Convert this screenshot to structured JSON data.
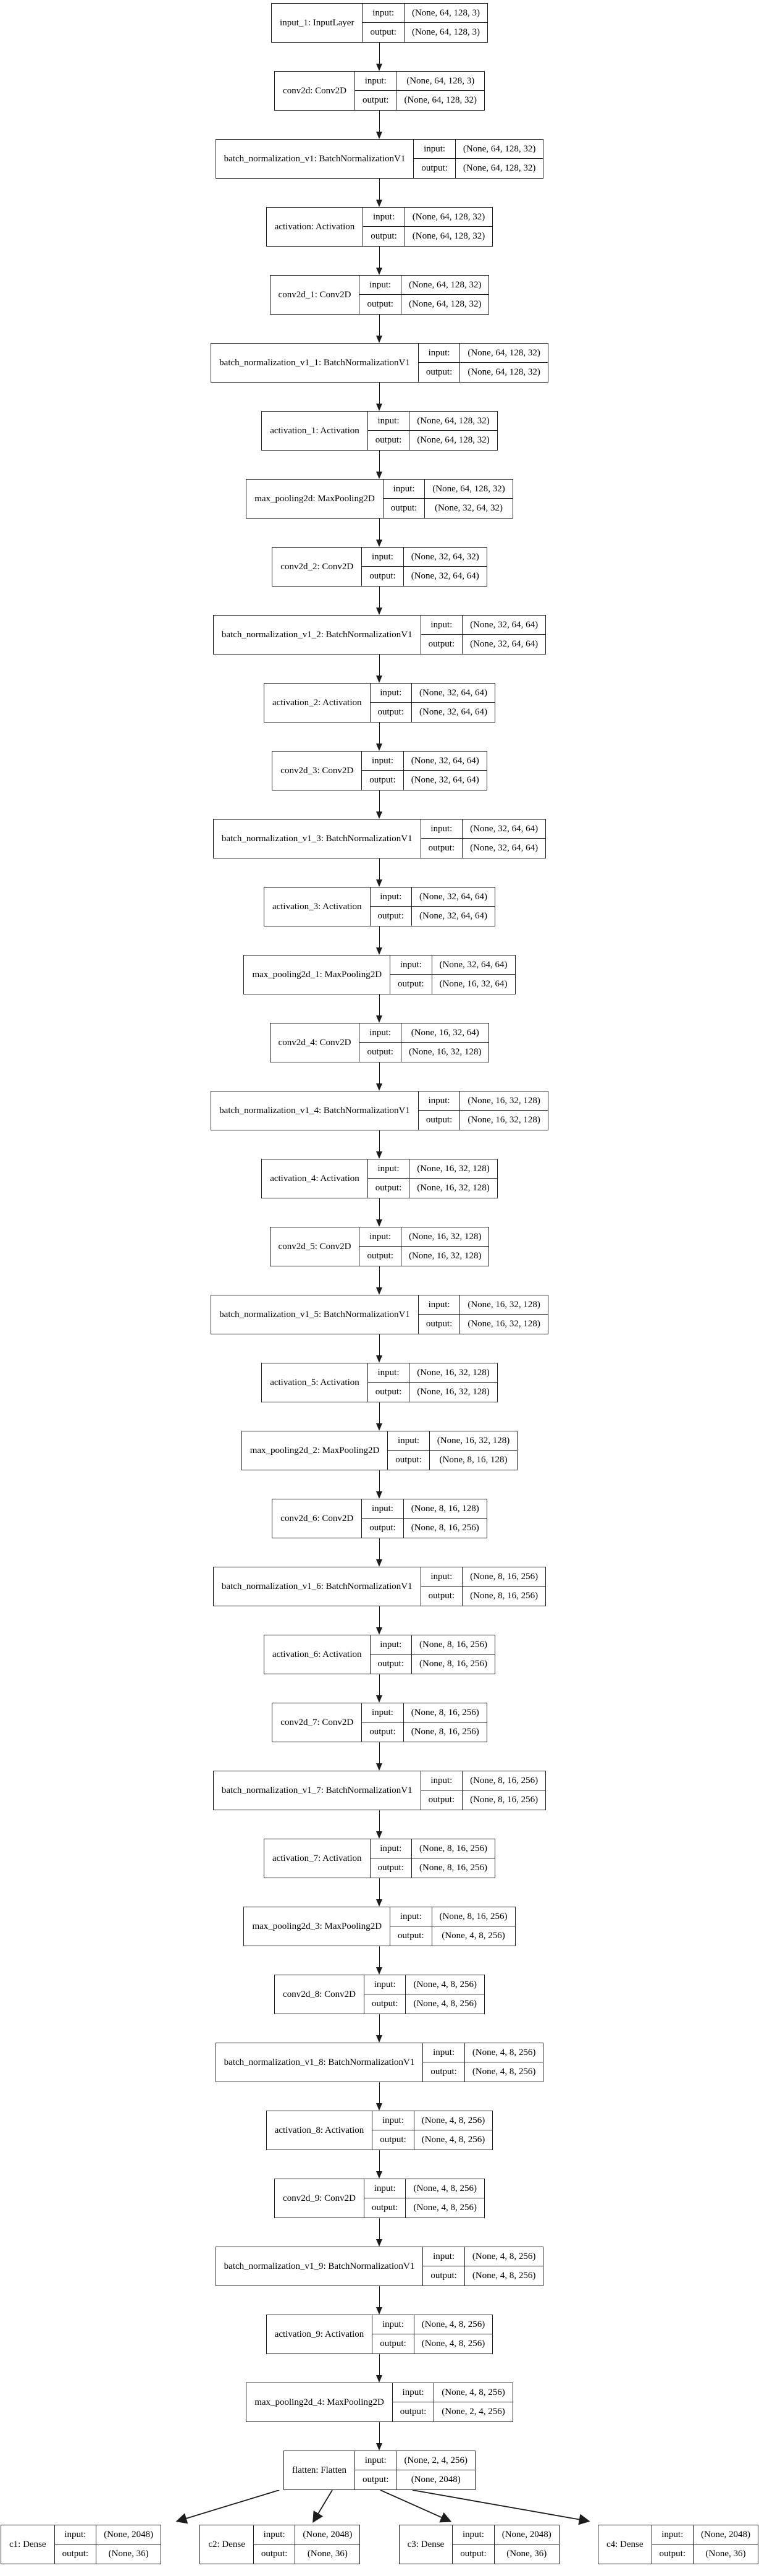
{
  "diagram": {
    "kind": "keras-model-plot",
    "io_labels": {
      "input": "input:",
      "output": "output:"
    },
    "colors": {
      "border": "#1c1c1c",
      "background": "#ffffff",
      "text": "#000000"
    },
    "main_chain": [
      {
        "label": "input_1: InputLayer",
        "input": "(None, 64, 128, 3)",
        "output": "(None, 64, 128, 3)"
      },
      {
        "label": "conv2d: Conv2D",
        "input": "(None, 64, 128, 3)",
        "output": "(None, 64, 128, 32)"
      },
      {
        "label": "batch_normalization_v1: BatchNormalizationV1",
        "input": "(None, 64, 128, 32)",
        "output": "(None, 64, 128, 32)"
      },
      {
        "label": "activation: Activation",
        "input": "(None, 64, 128, 32)",
        "output": "(None, 64, 128, 32)"
      },
      {
        "label": "conv2d_1: Conv2D",
        "input": "(None, 64, 128, 32)",
        "output": "(None, 64, 128, 32)"
      },
      {
        "label": "batch_normalization_v1_1: BatchNormalizationV1",
        "input": "(None, 64, 128, 32)",
        "output": "(None, 64, 128, 32)"
      },
      {
        "label": "activation_1: Activation",
        "input": "(None, 64, 128, 32)",
        "output": "(None, 64, 128, 32)"
      },
      {
        "label": "max_pooling2d: MaxPooling2D",
        "input": "(None, 64, 128, 32)",
        "output": "(None, 32, 64, 32)"
      },
      {
        "label": "conv2d_2: Conv2D",
        "input": "(None, 32, 64, 32)",
        "output": "(None, 32, 64, 64)"
      },
      {
        "label": "batch_normalization_v1_2: BatchNormalizationV1",
        "input": "(None, 32, 64, 64)",
        "output": "(None, 32, 64, 64)"
      },
      {
        "label": "activation_2: Activation",
        "input": "(None, 32, 64, 64)",
        "output": "(None, 32, 64, 64)"
      },
      {
        "label": "conv2d_3: Conv2D",
        "input": "(None, 32, 64, 64)",
        "output": "(None, 32, 64, 64)"
      },
      {
        "label": "batch_normalization_v1_3: BatchNormalizationV1",
        "input": "(None, 32, 64, 64)",
        "output": "(None, 32, 64, 64)"
      },
      {
        "label": "activation_3: Activation",
        "input": "(None, 32, 64, 64)",
        "output": "(None, 32, 64, 64)"
      },
      {
        "label": "max_pooling2d_1: MaxPooling2D",
        "input": "(None, 32, 64, 64)",
        "output": "(None, 16, 32, 64)"
      },
      {
        "label": "conv2d_4: Conv2D",
        "input": "(None, 16, 32, 64)",
        "output": "(None, 16, 32, 128)"
      },
      {
        "label": "batch_normalization_v1_4: BatchNormalizationV1",
        "input": "(None, 16, 32, 128)",
        "output": "(None, 16, 32, 128)"
      },
      {
        "label": "activation_4: Activation",
        "input": "(None, 16, 32, 128)",
        "output": "(None, 16, 32, 128)"
      },
      {
        "label": "conv2d_5: Conv2D",
        "input": "(None, 16, 32, 128)",
        "output": "(None, 16, 32, 128)"
      },
      {
        "label": "batch_normalization_v1_5: BatchNormalizationV1",
        "input": "(None, 16, 32, 128)",
        "output": "(None, 16, 32, 128)"
      },
      {
        "label": "activation_5: Activation",
        "input": "(None, 16, 32, 128)",
        "output": "(None, 16, 32, 128)"
      },
      {
        "label": "max_pooling2d_2: MaxPooling2D",
        "input": "(None, 16, 32, 128)",
        "output": "(None, 8, 16, 128)"
      },
      {
        "label": "conv2d_6: Conv2D",
        "input": "(None, 8, 16, 128)",
        "output": "(None, 8, 16, 256)"
      },
      {
        "label": "batch_normalization_v1_6: BatchNormalizationV1",
        "input": "(None, 8, 16, 256)",
        "output": "(None, 8, 16, 256)"
      },
      {
        "label": "activation_6: Activation",
        "input": "(None, 8, 16, 256)",
        "output": "(None, 8, 16, 256)"
      },
      {
        "label": "conv2d_7: Conv2D",
        "input": "(None, 8, 16, 256)",
        "output": "(None, 8, 16, 256)"
      },
      {
        "label": "batch_normalization_v1_7: BatchNormalizationV1",
        "input": "(None, 8, 16, 256)",
        "output": "(None, 8, 16, 256)"
      },
      {
        "label": "activation_7: Activation",
        "input": "(None, 8, 16, 256)",
        "output": "(None, 8, 16, 256)"
      },
      {
        "label": "max_pooling2d_3: MaxPooling2D",
        "input": "(None, 8, 16, 256)",
        "output": "(None, 4, 8, 256)"
      },
      {
        "label": "conv2d_8: Conv2D",
        "input": "(None, 4, 8, 256)",
        "output": "(None, 4, 8, 256)"
      },
      {
        "label": "batch_normalization_v1_8: BatchNormalizationV1",
        "input": "(None, 4, 8, 256)",
        "output": "(None, 4, 8, 256)"
      },
      {
        "label": "activation_8: Activation",
        "input": "(None, 4, 8, 256)",
        "output": "(None, 4, 8, 256)"
      },
      {
        "label": "conv2d_9: Conv2D",
        "input": "(None, 4, 8, 256)",
        "output": "(None, 4, 8, 256)"
      },
      {
        "label": "batch_normalization_v1_9: BatchNormalizationV1",
        "input": "(None, 4, 8, 256)",
        "output": "(None, 4, 8, 256)"
      },
      {
        "label": "activation_9: Activation",
        "input": "(None, 4, 8, 256)",
        "output": "(None, 4, 8, 256)"
      },
      {
        "label": "max_pooling2d_4: MaxPooling2D",
        "input": "(None, 4, 8, 256)",
        "output": "(None, 2, 4, 256)"
      },
      {
        "label": "flatten: Flatten",
        "input": "(None, 2, 4, 256)",
        "output": "(None, 2048)"
      }
    ],
    "output_heads": [
      {
        "label": "c1: Dense",
        "input": "(None, 2048)",
        "output": "(None, 36)"
      },
      {
        "label": "c2: Dense",
        "input": "(None, 2048)",
        "output": "(None, 36)"
      },
      {
        "label": "c3: Dense",
        "input": "(None, 2048)",
        "output": "(None, 36)"
      },
      {
        "label": "c4: Dense",
        "input": "(None, 2048)",
        "output": "(None, 36)"
      }
    ]
  }
}
